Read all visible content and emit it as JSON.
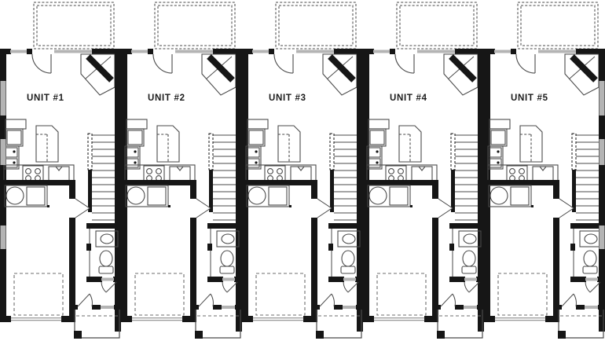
{
  "plan": {
    "title_text": "",
    "units": [
      {
        "id": 1,
        "label": "UNIT #1"
      },
      {
        "id": 2,
        "label": "UNIT #2"
      },
      {
        "id": 3,
        "label": "UNIT #3"
      },
      {
        "id": 4,
        "label": "UNIT #4"
      },
      {
        "id": 5,
        "label": "UNIT #5"
      }
    ],
    "colors": {
      "wall": "#161616",
      "window": "#b4b4b4",
      "line": "#4a4a4a",
      "dashed": "#6e6e6e",
      "background": "#ffffff"
    },
    "fixtures": [
      "deck",
      "entry-door",
      "corner-fireplace",
      "kitchen-cabinets",
      "refrigerator",
      "kitchen-sink",
      "range",
      "dishwasher",
      "kitchen-island",
      "staircase",
      "washer",
      "dryer",
      "powder-room-sink",
      "toilet",
      "garage-parking-space",
      "garage-door",
      "porch"
    ]
  }
}
